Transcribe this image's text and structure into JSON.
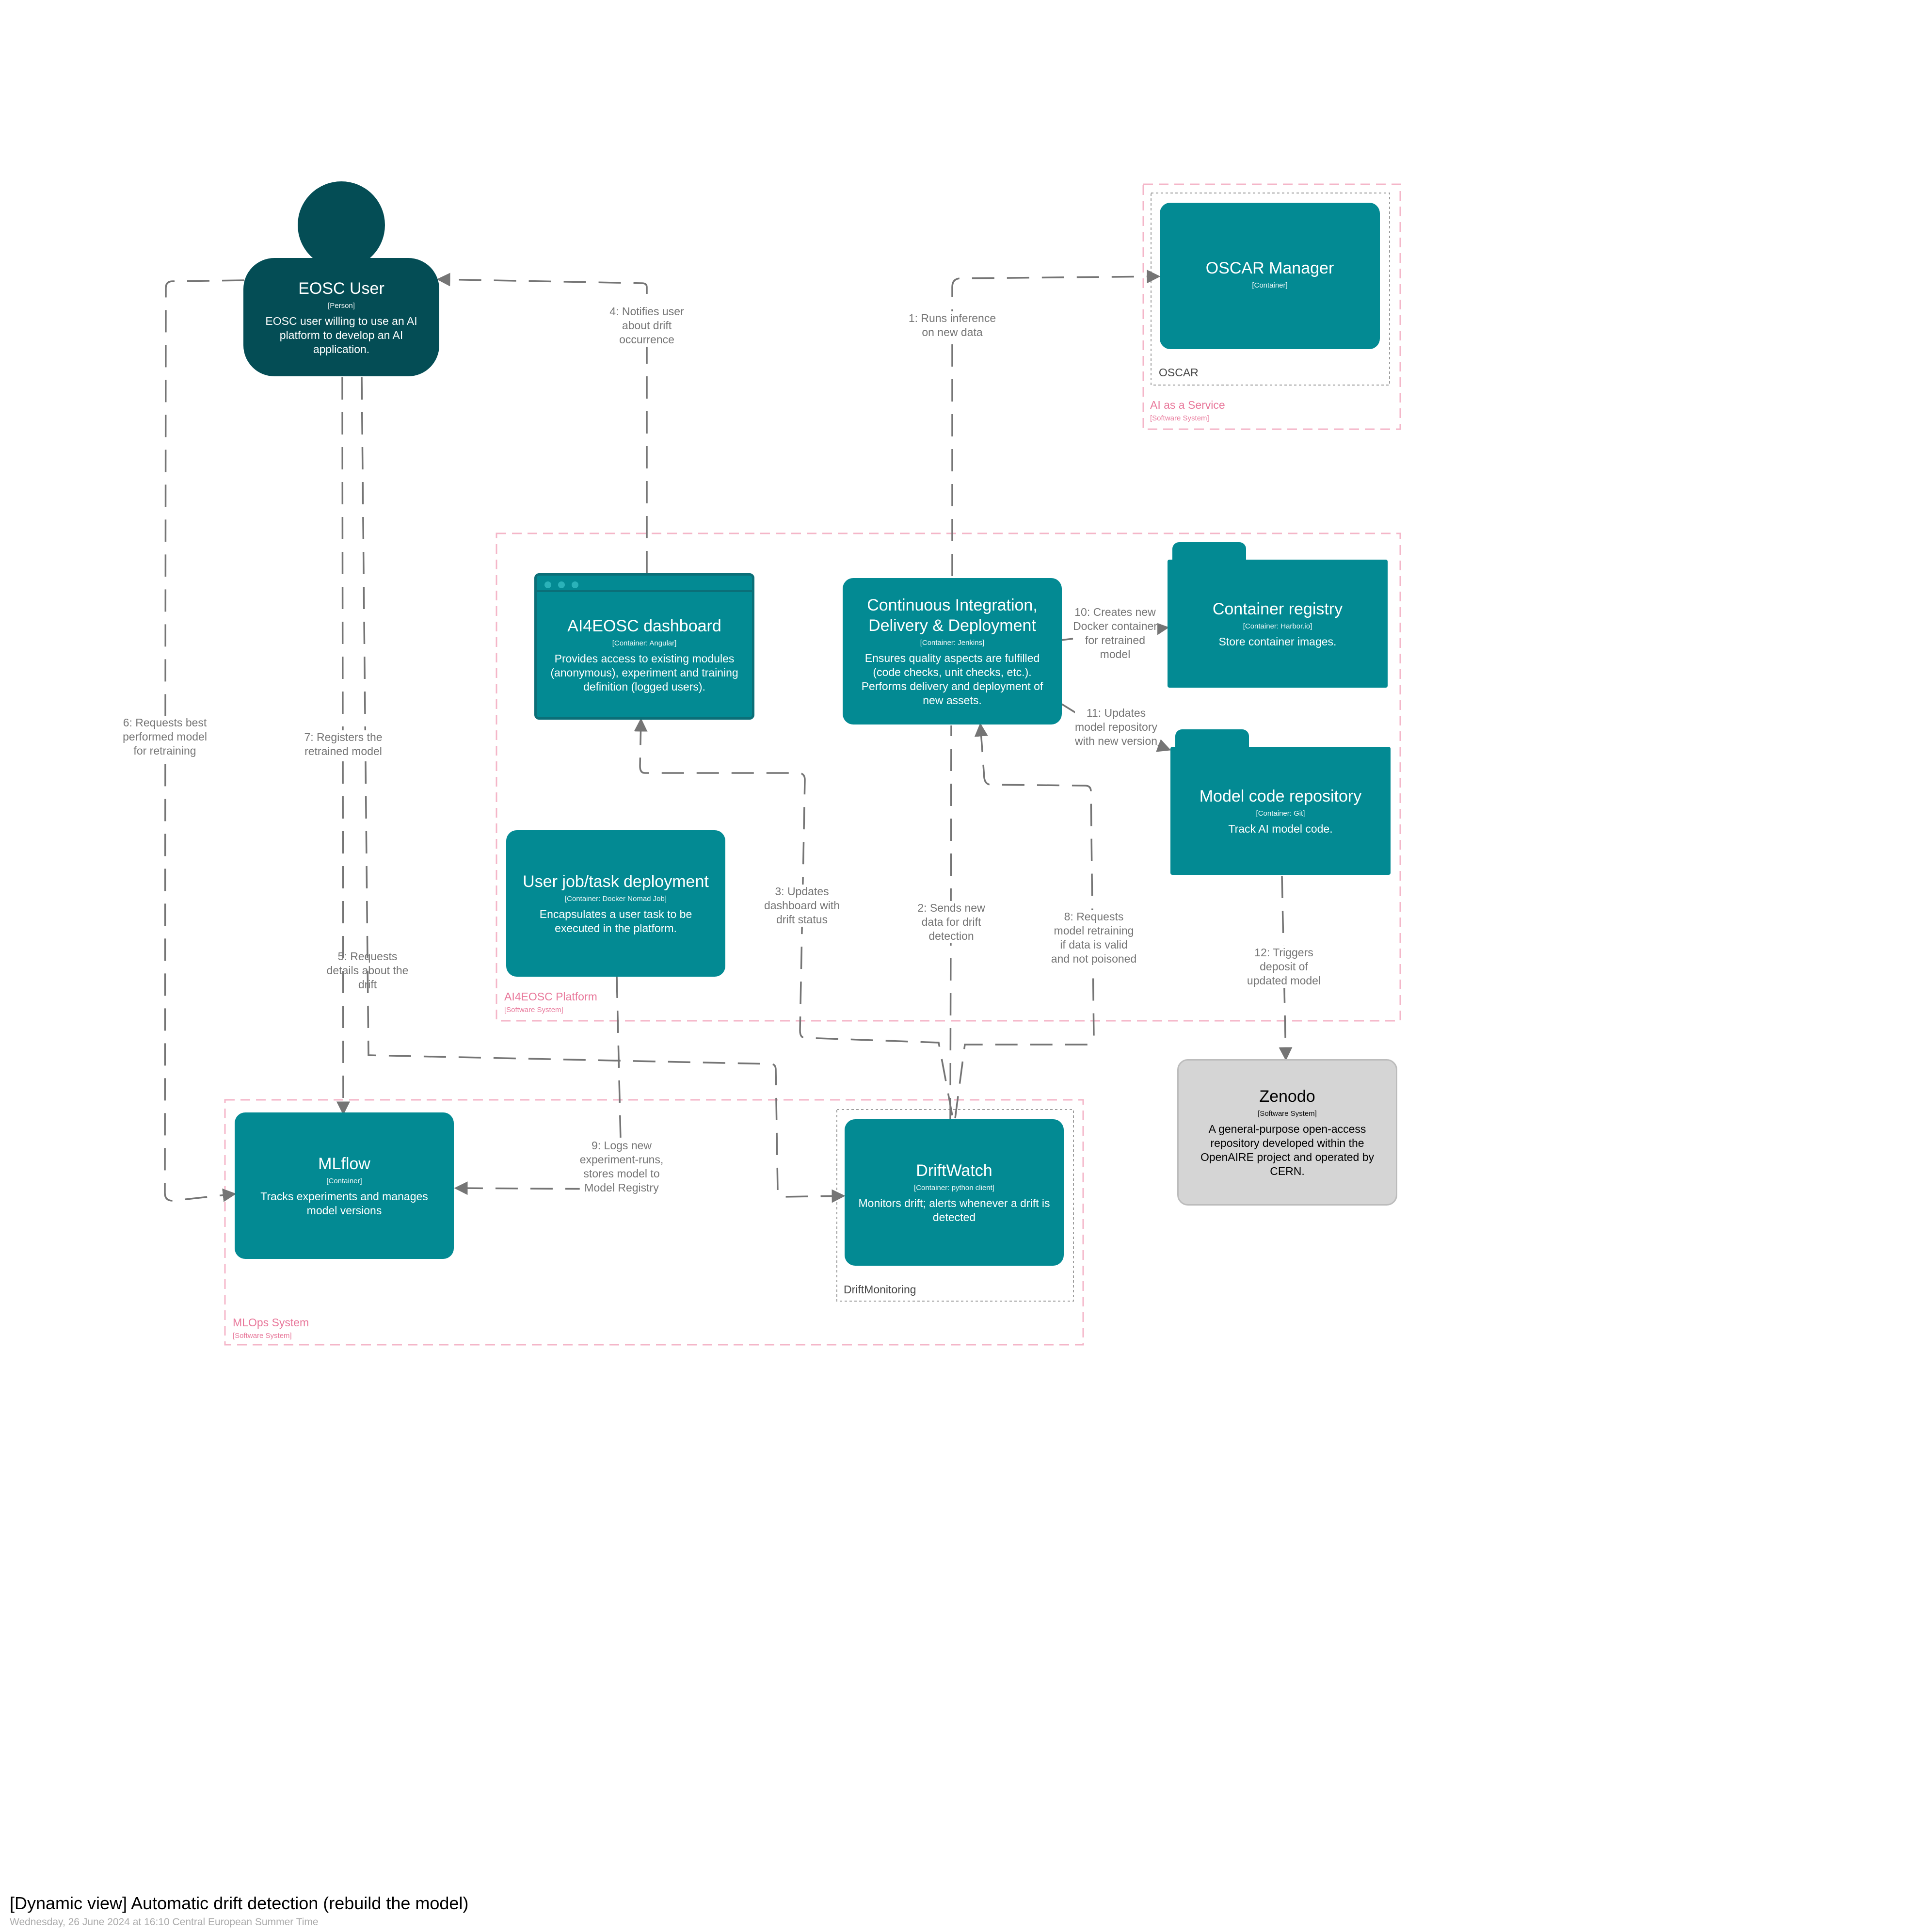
{
  "title": "[Dynamic view] Automatic drift detection (rebuild the model)",
  "subtitle": "Wednesday, 26 June 2024 at 16:10 Central European Summer Time",
  "boundaries": {
    "ai_as_a_service": {
      "name": "AI as a Service",
      "type": "[Software System]"
    },
    "ai4eosc_platform": {
      "name": "AI4EOSC Platform",
      "type": "[Software System]"
    },
    "mlops_system": {
      "name": "MLOps System",
      "type": "[Software System]"
    }
  },
  "groups": {
    "oscar": "OSCAR",
    "drift_monitoring": "DriftMonitoring"
  },
  "elements": {
    "eosc_user": {
      "name": "EOSC User",
      "type": "[Person]",
      "desc": "EOSC user willing to use an AI platform to develop an AI application."
    },
    "oscar_manager": {
      "name": "OSCAR Manager",
      "type": "[Container]"
    },
    "dashboard": {
      "name": "AI4EOSC dashboard",
      "type": "[Container: Angular]",
      "desc": "Provides access to existing modules (anonymous), experiment and training definition (logged users)."
    },
    "cicd": {
      "name": "Continuous Integration, Delivery & Deployment",
      "type": "[Container: Jenkins]",
      "desc": "Ensures quality aspects are fulfilled (code checks, unit checks, etc.). Performs delivery and deployment of new assets."
    },
    "container_registry": {
      "name": "Container registry",
      "type": "[Container: Harbor.io]",
      "desc": "Store container images."
    },
    "model_code_repo": {
      "name": "Model code repository",
      "type": "[Container: Git]",
      "desc": "Track AI model code."
    },
    "user_job": {
      "name": "User job/task deployment",
      "type": "[Container: Docker Nomad Job]",
      "desc": "Encapsulates a user task to be executed in the platform."
    },
    "mlflow": {
      "name": "MLflow",
      "type": "[Container]",
      "desc": "Tracks experiments and manages model versions"
    },
    "driftwatch": {
      "name": "DriftWatch",
      "type": "[Container: python client]",
      "desc": "Monitors drift; alerts whenever a drift is detected"
    },
    "zenodo": {
      "name": "Zenodo",
      "type": "[Software System]",
      "desc": "A general-purpose open-access repository developed within the OpenAIRE project and operated by CERN."
    }
  },
  "relations": {
    "r1": "1: Runs inference\non new data",
    "r2": "2: Sends new\ndata for drift\ndetection",
    "r3": "3: Updates\ndashboard with\ndrift status",
    "r4": "4: Notifies user\nabout drift\noccurrence",
    "r5": "5: Requests\ndetails about the\ndrift",
    "r6": "6: Requests best\nperformed model\nfor retraining",
    "r7": "7: Registers the\nretrained model",
    "r8": "8: Requests\nmodel retraining\nif data is valid\nand not poisoned",
    "r9": "9: Logs new\nexperiment-runs,\nstores model to\nModel Registry",
    "r10": "10: Creates new\nDocker container\nfor retrained\nmodel",
    "r11": "11: Updates\nmodel repository\nwith new version",
    "r12": "12: Triggers\ndeposit of\nupdated model"
  },
  "colors": {
    "container": "#038a93",
    "person": "#044d55",
    "external_system": "#d5d5d5",
    "boundary": "#e8779a",
    "relationship": "#757575"
  }
}
